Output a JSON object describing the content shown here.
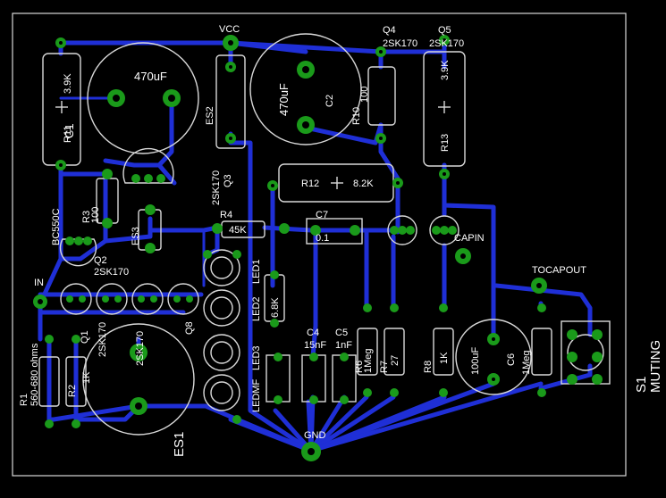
{
  "board": {
    "background": "#000000",
    "trace_color": "#1f2fd6",
    "pad_color": "#1a9a1a",
    "silk_color": "#d9d9d9"
  },
  "labels": {
    "vcc": "VCC",
    "gnd": "GND",
    "in": "IN",
    "capin": "CAPIN",
    "tocapout": "TOCAPOUT",
    "q4": "Q4",
    "q4_part": "2SK170",
    "q5": "Q5",
    "q5_part": "2SK170",
    "r11": "R11",
    "r11_val": "3.9K",
    "c1": "C1",
    "c1_val": "470uF",
    "es2": "ES2",
    "c2": "C2",
    "c2_val": "470uF",
    "r10": "R10",
    "r10_val": "100",
    "r13": "R13",
    "r13_val": "3.9K",
    "q3_part": "2SK170",
    "q3": "Q3",
    "r12": "R12",
    "r12_val": "8.2K",
    "bc550c": "BC550C",
    "r3": "R3",
    "r3_val": "100",
    "es3": "ES3",
    "r4": "R4",
    "r4_val": "45K",
    "c7": "C7",
    "c7_val": "0.1",
    "q2": "Q2",
    "q2_part": "2SK170",
    "led1": "LED1",
    "led2": "LED2",
    "led3": "LED3",
    "ledmf": "LEDMF",
    "r5_val": "6.8K",
    "c4": "C4",
    "c4_val": "15nF",
    "c5": "C5",
    "c5_val": "1nF",
    "r6": "R6",
    "r7_val": "1Meg",
    "r7": "R7",
    "r8": "R8",
    "r8_val": "1K",
    "r9_val": "27",
    "c6_val": "100uF",
    "c6": "C6",
    "r9b_val": "1Meg",
    "q1": "Q1",
    "q1_part": "2SK170",
    "q7_part": "2SK170",
    "q8": "Q8",
    "r1": "R1",
    "r1_val": "560-680 ohms",
    "r2": "R2",
    "r2_val": "1K",
    "es1": "ES1",
    "s1": "S1",
    "muting": "MUTING"
  }
}
